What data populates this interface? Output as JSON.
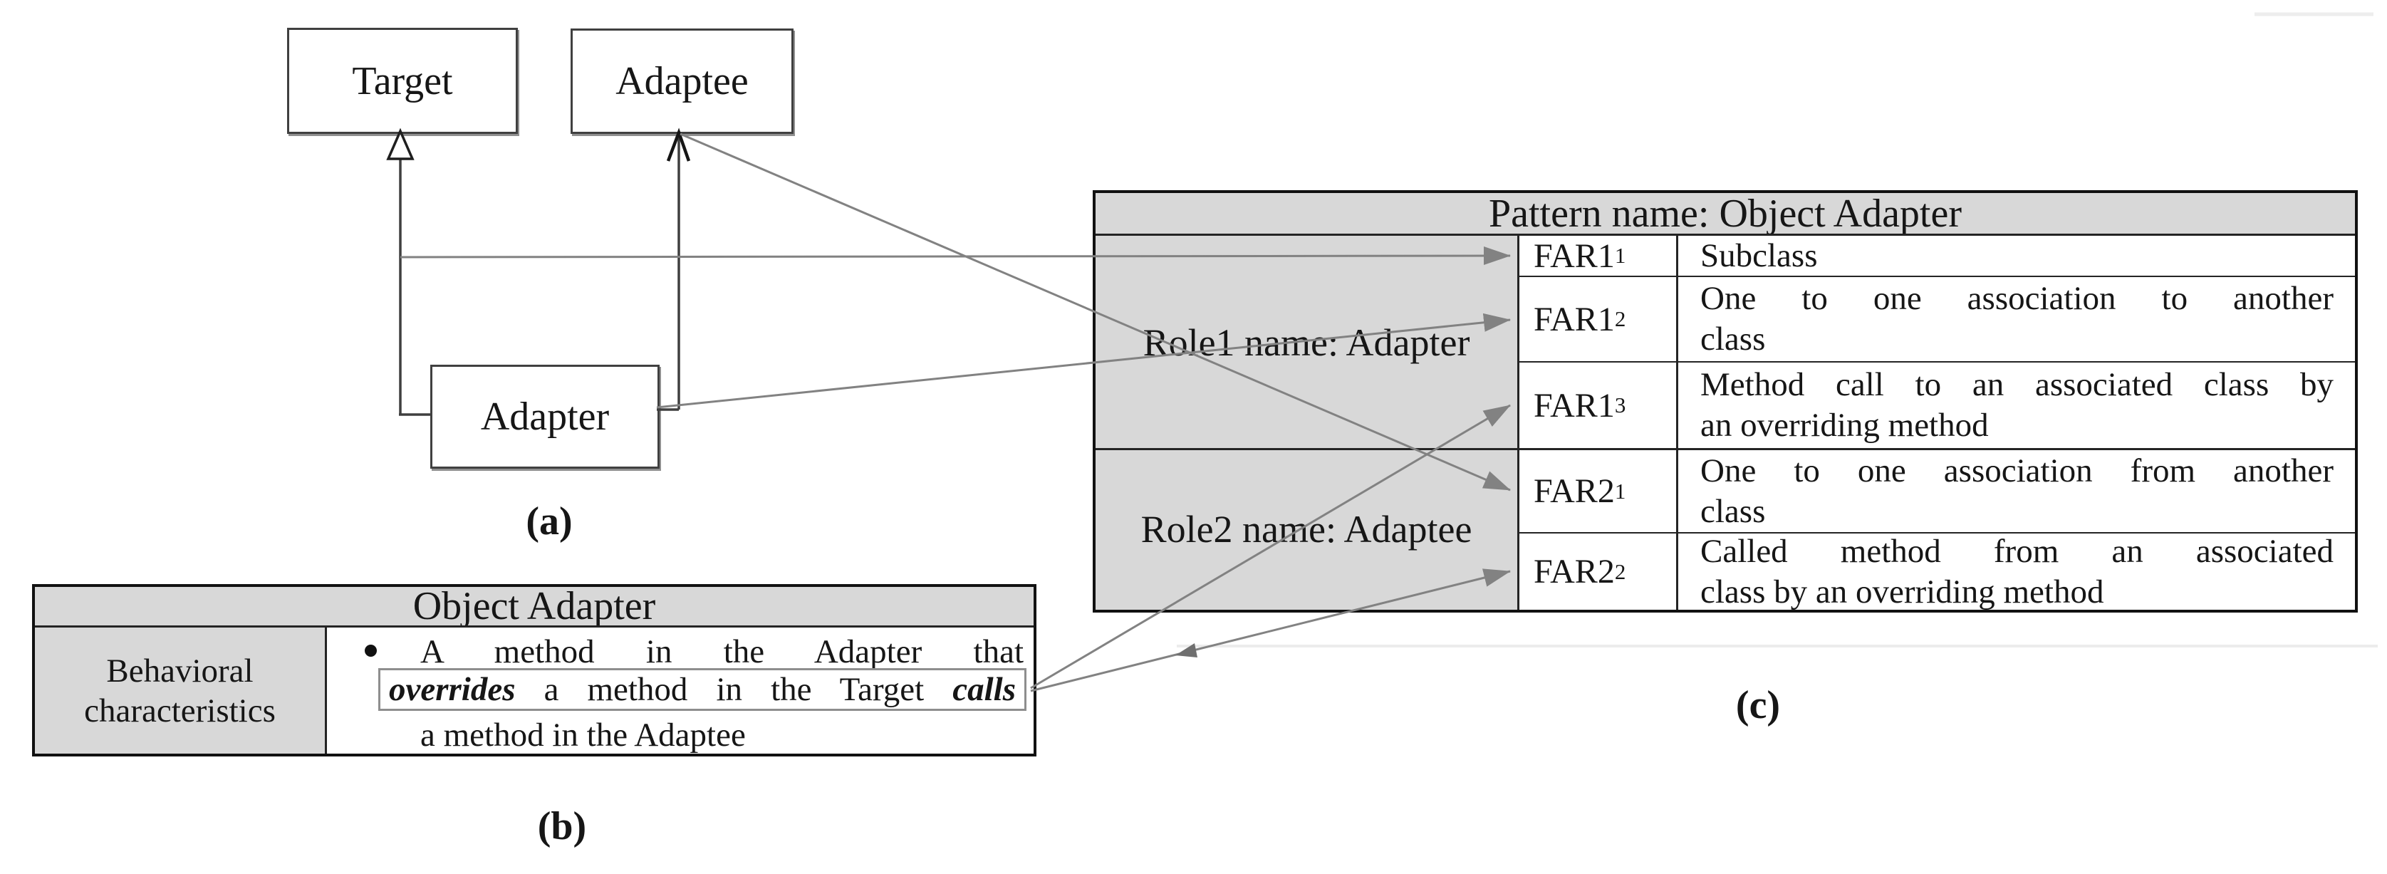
{
  "uml": {
    "target": "Target",
    "adaptee": "Adaptee",
    "adapter": "Adapter"
  },
  "captions": {
    "a": "(a)",
    "b": "(b)",
    "c": "(c)"
  },
  "table_b": {
    "title": "Object Adapter",
    "row_label_line1": "Behavioral",
    "row_label_line2": "characteristics",
    "bullet_line1": "A method in the Adapter that",
    "boxed_overrides": "overrides",
    "boxed_middle": "a method in the Target",
    "boxed_calls": "calls",
    "line3": "a method in the Adaptee"
  },
  "table_c": {
    "title": "Pattern name: Object Adapter",
    "role1_label": "Role1 name: Adapter",
    "role2_label": "Role2 name: Adaptee",
    "rows": [
      {
        "far": "FAR1",
        "sub": "1",
        "desc1": "Subclass",
        "desc2": ""
      },
      {
        "far": "FAR1",
        "sub": "2",
        "desc1": "One to one association to another",
        "desc2": "class"
      },
      {
        "far": "FAR1",
        "sub": "3",
        "desc1": "Method call to an associated class by",
        "desc2": "an overriding method"
      },
      {
        "far": "FAR2",
        "sub": "1",
        "desc1": "One to one association from another",
        "desc2": "class"
      },
      {
        "far": "FAR2",
        "sub": "2",
        "desc1": "Called method from an associated",
        "desc2": "class by an overriding method"
      }
    ]
  },
  "colors": {
    "cell_gray": "#d8d8d8",
    "arrow_gray": "#828282",
    "uml_line": "#3f3f3f",
    "table_border": "#111111"
  }
}
